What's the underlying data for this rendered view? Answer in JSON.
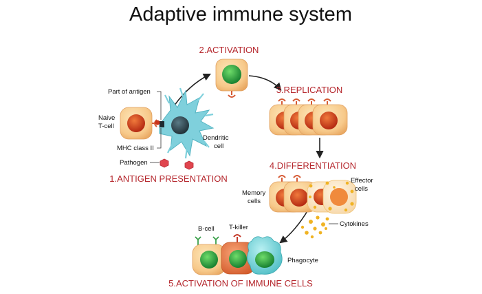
{
  "title": "Adaptive immune system",
  "steps": {
    "activation": "2.ACTIVATION",
    "replication": "3.REPLICATION",
    "differentiation": "4.DIFFERENTIATION",
    "antigen_presentation": "1.ANTIGEN PRESENTATION",
    "activation_immune": "5.ACTIVATION OF IMMUNE CELLS"
  },
  "labels": {
    "part_of_antigen": "Part of antigen",
    "naive_line1": "Naive",
    "naive_line2": "T-cell",
    "dendritic_line1": "Dendritic",
    "dendritic_line2": "cell",
    "mhc_class_ii": "MHC class II",
    "pathogen": "Pathogen",
    "memory_line1": "Memory",
    "memory_line2": "cells",
    "effector_line1": "Effector",
    "effector_line2": "cells",
    "cytokines": "Cytokines",
    "b_cell": "B-cell",
    "t_killer": "T-killer",
    "phagocyte": "Phagocyte"
  },
  "colors": {
    "title": "#111111",
    "step_label": "#b5272d",
    "cell_fill": "#f7c98a",
    "nucleus_red": "#c9331b",
    "nucleus_green": "#1f9a3a",
    "dendritic": "#7fd0dc",
    "phagocyte": "#6fd3d6",
    "cytokine": "#f0b323"
  }
}
